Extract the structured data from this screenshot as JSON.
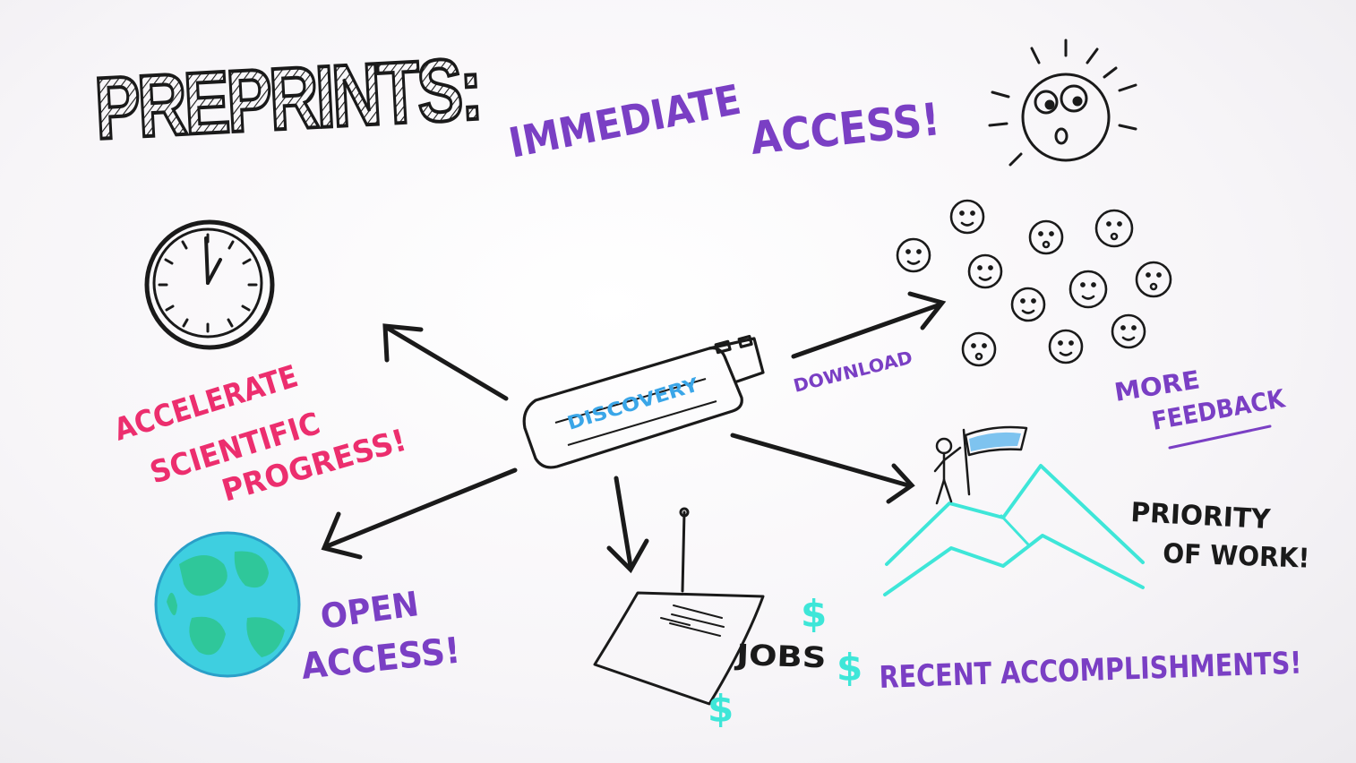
{
  "title": {
    "main": "PREPRINTS:",
    "subtitle_line1": "IMMEDIATE",
    "subtitle_line2": "ACCESS!"
  },
  "nodes": {
    "center": {
      "label": "DISCOVERY",
      "icon": "usb-drive-icon"
    },
    "accelerate": {
      "line1": "ACCELERATE",
      "line2": "SCIENTIFIC",
      "line3": "PROGRESS!",
      "icon": "clock-icon"
    },
    "open_access": {
      "line1": "OPEN",
      "line2": "ACCESS!",
      "icon": "globe-icon"
    },
    "jobs": {
      "label": "JOBS",
      "icon": "signed-document-icon"
    },
    "priority": {
      "line1": "PRIORITY",
      "line2": "OF WORK!",
      "icon": "mountain-flag-icon"
    },
    "download": {
      "edge_label": "DOWNLOAD"
    },
    "feedback": {
      "line1": "MORE",
      "line2": "FEEDBACK",
      "icon": "faces-crowd-icon"
    },
    "accomplishments": {
      "label": "RECENT ACCOMPLISHMENTS!"
    }
  },
  "colors": {
    "ink_black": "#1a1a1a",
    "ink_purple": "#7a3fc4",
    "ink_pink": "#ec2e6e",
    "ink_cyan": "#3ee6d8",
    "ink_green": "#2fc79a",
    "ink_blue": "#3aa6e8"
  }
}
